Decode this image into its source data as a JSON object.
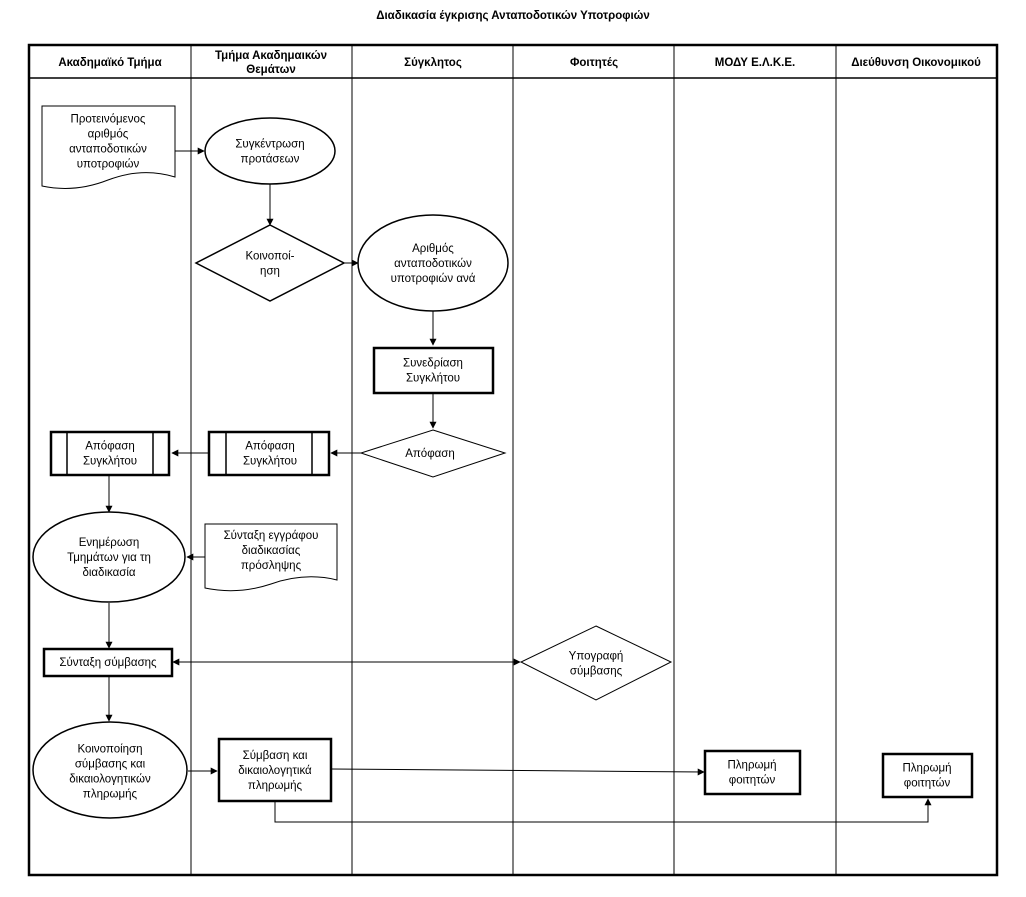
{
  "title": "Διαδικασία έγκρισης Ανταποδοτικών Υποτροφιών",
  "lanes": [
    [
      "Ακαδημαϊκό Τμήμα"
    ],
    [
      "Τμήμα Ακαδημαικών",
      "Θεμάτων"
    ],
    [
      "Σύγκλητος"
    ],
    [
      "Φοιτητές"
    ],
    [
      "ΜΟΔΥ Ε.Λ.Κ.Ε."
    ],
    [
      "Διεύθυνση Οικονομικού"
    ]
  ],
  "nodes": {
    "proposed_number": [
      "Προτεινόμενος",
      "αριθμός",
      "ανταποδοτικών",
      "υποτροφιών"
    ],
    "collect_proposals": [
      "Συγκέντρωση",
      "προτάσεων"
    ],
    "notification": [
      "Κοινοποί-",
      "ηση"
    ],
    "number_per": [
      "Αριθμός",
      "ανταποδοτικών",
      "υποτροφιών ανά"
    ],
    "senate_meeting": [
      "Συνεδρίαση",
      "Συγκλήτου"
    ],
    "decision": [
      "Απόφαση"
    ],
    "senate_decision_tat": [
      "Απόφαση",
      "Συγκλήτου"
    ],
    "senate_decision_dept": [
      "Απόφαση",
      "Συγκλήτου"
    ],
    "inform_departments": [
      "Ενημέρωση",
      "Τμημάτων για τη",
      "διαδικασία"
    ],
    "draft_admission_doc": [
      "Σύνταξη εγγράφου",
      "διαδικασίας",
      "πρόσληψης"
    ],
    "draft_contract": [
      "Σύνταξη σύμβασης"
    ],
    "sign_contract": [
      "Υπογραφή",
      "σύμβασης"
    ],
    "notify_contract": [
      "Κοινοποίηση",
      "σύμβασης και",
      "δικαιολογητικών",
      "πληρωμής"
    ],
    "contract_docs": [
      "Σύμβαση και",
      "δικαιολογητικά",
      "πληρωμής"
    ],
    "pay_students_elke": [
      "Πληρωμή",
      "φοιτητών"
    ],
    "pay_students_fin": [
      "Πληρωμή",
      "φοιτητών"
    ]
  }
}
